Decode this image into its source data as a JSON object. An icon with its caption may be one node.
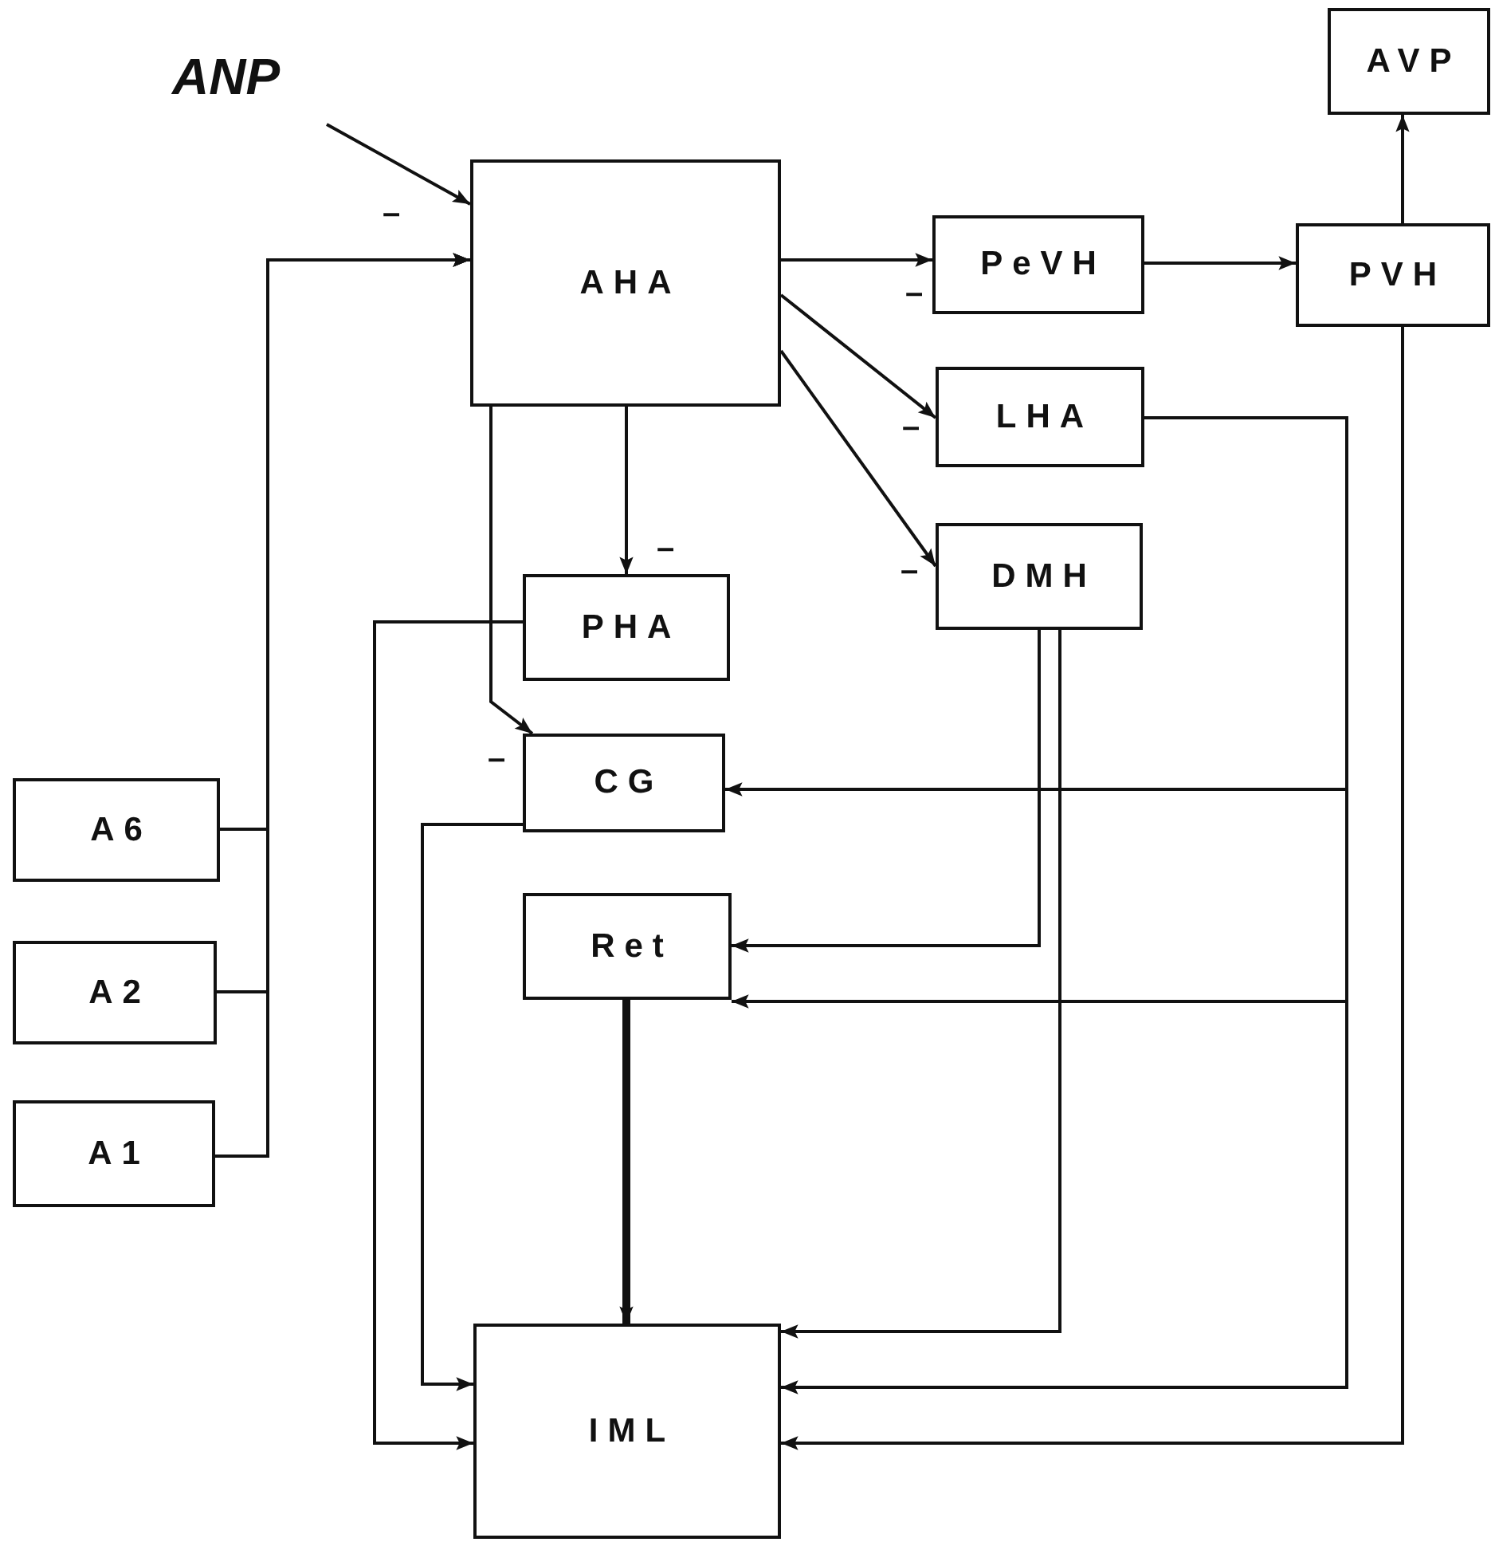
{
  "diagram": {
    "nodes": [
      {
        "text": [
          "ANP"
        ]
      },
      {
        "text": [
          "AVP"
        ]
      },
      {
        "text": [
          "AHA"
        ]
      },
      {
        "text": [
          "PeVH"
        ]
      },
      {
        "text": [
          "PVH"
        ]
      },
      {
        "text": [
          "LHA"
        ]
      },
      {
        "text": [
          "DMH"
        ]
      },
      {
        "text": [
          "PHA"
        ]
      },
      {
        "text": [
          "CG"
        ]
      },
      {
        "text": [
          "Ret"
        ]
      },
      {
        "text": [
          "A6"
        ]
      },
      {
        "text": [
          "A2"
        ]
      },
      {
        "text": [
          "A1"
        ]
      },
      {
        "text": [
          "IML"
        ]
      }
    ],
    "edges": [
      {
        "from": 0,
        "to": 2,
        "arrow": "to"
      },
      {
        "from": 10,
        "to": 2,
        "arrow": "to"
      },
      {
        "from": 11,
        "to": 2,
        "arrow": "to"
      },
      {
        "from": 12,
        "to": 2,
        "arrow": "to"
      },
      {
        "from": 2,
        "to": 3,
        "arrow": "to"
      },
      {
        "from": 2,
        "to": 5,
        "arrow": "to"
      },
      {
        "from": 2,
        "to": 6,
        "arrow": "to"
      },
      {
        "from": 2,
        "to": 7,
        "arrow": "to"
      },
      {
        "from": 2,
        "to": 8,
        "arrow": "to"
      },
      {
        "from": 3,
        "to": 4,
        "arrow": "to"
      },
      {
        "from": 4,
        "to": 1,
        "arrow": "to"
      },
      {
        "from": 7,
        "to": 13,
        "arrow": "to"
      },
      {
        "from": 8,
        "to": 13,
        "arrow": "to"
      },
      {
        "from": 9,
        "to": 13,
        "arrow": "to",
        "style": "thick"
      },
      {
        "from": 6,
        "to": 9,
        "arrow": "to"
      },
      {
        "from": 6,
        "to": 13,
        "arrow": "to"
      },
      {
        "from": 5,
        "to": 8,
        "arrow": "to"
      },
      {
        "from": 5,
        "to": 9,
        "arrow": "to"
      },
      {
        "from": 5,
        "to": 13,
        "arrow": "to"
      },
      {
        "from": 4,
        "to": 13,
        "arrow": "to"
      }
    ],
    "labels": [
      "–",
      "–",
      "–",
      "–",
      "–",
      "–"
    ]
  }
}
